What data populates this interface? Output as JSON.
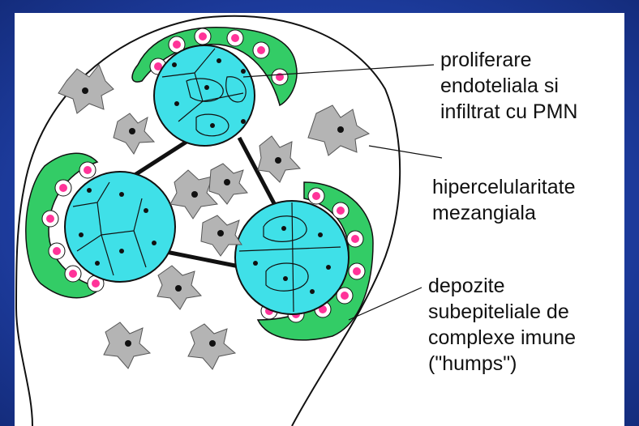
{
  "labels": {
    "endothelial": "proliferare\nendoteliala si\ninfiltrat cu PMN",
    "mesangial": "hipercelularitate\nmezangiala",
    "deposits": "depozite\nsubepiteliale de\ncomplexe imune\n(\"humps\")"
  },
  "colors": {
    "background_frame": "#1f3f9c",
    "panel": "#ffffff",
    "capillary": "#3fe0e8",
    "podocyte_crescent": "#33cc66",
    "hump": "#ff66cc",
    "mesangial_cell": "#b4b4b4",
    "outline": "#111111"
  }
}
